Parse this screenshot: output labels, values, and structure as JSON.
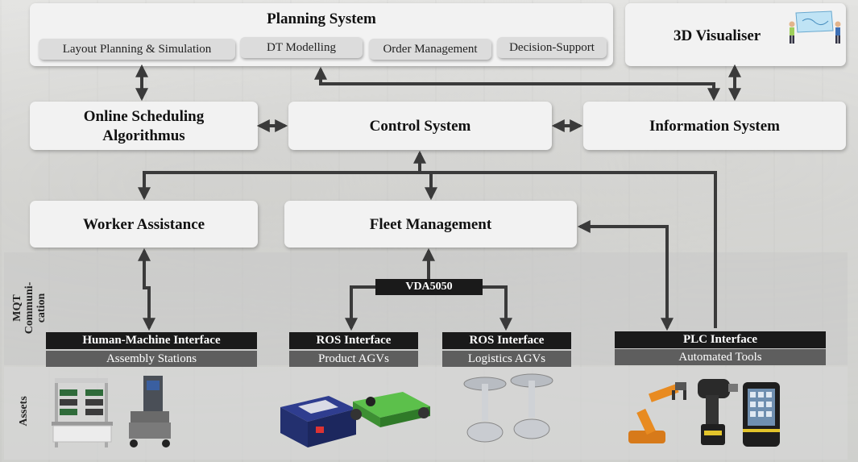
{
  "planning": {
    "title": "Planning System",
    "tabs": [
      "Layout Planning & Simulation",
      "DT Modelling",
      "Order Management",
      "Decision-Support"
    ]
  },
  "visualiser": {
    "title": "3D Visualiser"
  },
  "scheduling": {
    "line1": "Online Scheduling",
    "line2": "Algorithmus"
  },
  "control": {
    "title": "Control System"
  },
  "information": {
    "title": "Information System"
  },
  "worker": {
    "title": "Worker Assistance"
  },
  "fleet": {
    "title": "Fleet Management"
  },
  "mqtt": {
    "line1": "MQT",
    "line2": "Communi-",
    "line3": "cation"
  },
  "vda": {
    "label": "VDA5050"
  },
  "interfaces": [
    {
      "name": "Human-Machine Interface",
      "sub": "Assembly Stations"
    },
    {
      "name": "ROS Interface",
      "sub": "Product AGVs"
    },
    {
      "name": "ROS Interface",
      "sub": "Logistics AGVs"
    },
    {
      "name": "PLC Interface",
      "sub": "Automated Tools"
    }
  ],
  "assets": {
    "label": "Assets"
  },
  "colors": {
    "box": "#f2f2f2",
    "pill": "#dcdcdc",
    "arrow": "#3a3a3a",
    "iface": "#1a1a1a",
    "sub": "#5e5e5e"
  }
}
